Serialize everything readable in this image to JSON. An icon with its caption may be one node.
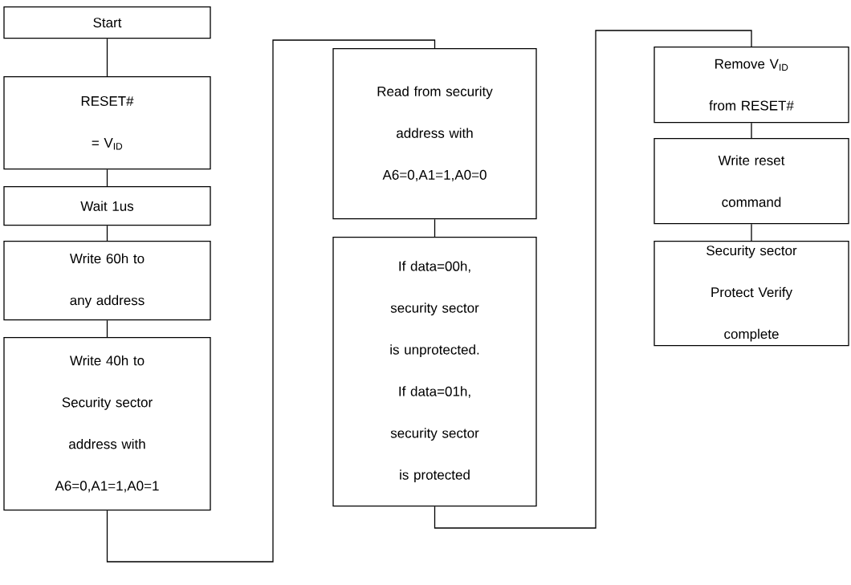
{
  "diagram": {
    "nodes": [
      {
        "text": [
          "Start"
        ]
      },
      {
        "text": [
          "RESET# = V$_{ID}$"
        ]
      },
      {
        "text": [
          "Wait 1us"
        ]
      },
      {
        "text": [
          "Write 60h to any address"
        ]
      },
      {
        "text": [
          "Write 40h to Security sector address with A6=0,A1=1,A0=1"
        ]
      },
      {
        "text": [
          "Read from security address with A6=0,A1=1,A0=0"
        ]
      },
      {
        "text": [
          "If data=00h, security sector is unprotected.",
          "If data=01h, security sector is protected"
        ]
      },
      {
        "text": [
          "Remove V$_{ID}$ from RESET#"
        ]
      },
      {
        "text": [
          "Write reset command"
        ]
      },
      {
        "text": [
          "Security sector Protect Verify complete"
        ]
      }
    ],
    "edges": [
      {
        "from": 0,
        "to": 1,
        "arrow": "none"
      },
      {
        "from": 1,
        "to": 2,
        "arrow": "none"
      },
      {
        "from": 2,
        "to": 3,
        "arrow": "none"
      },
      {
        "from": 3,
        "to": 4,
        "arrow": "none"
      },
      {
        "from": 4,
        "to": 5,
        "arrow": "none"
      },
      {
        "from": 5,
        "to": 6,
        "arrow": "none"
      },
      {
        "from": 6,
        "to": 7,
        "arrow": "none"
      },
      {
        "from": 7,
        "to": 8,
        "arrow": "none"
      },
      {
        "from": 8,
        "to": 9,
        "arrow": "none"
      }
    ]
  }
}
